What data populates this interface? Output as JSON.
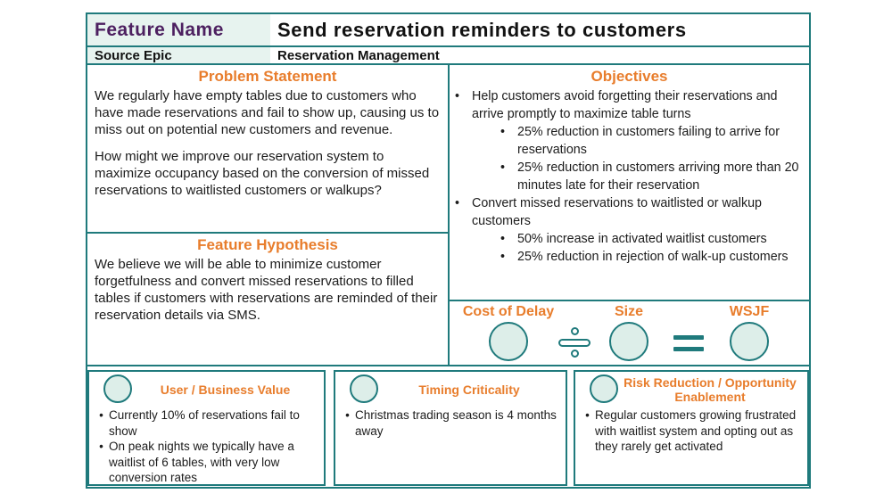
{
  "ui": {
    "bullet": "•"
  },
  "colors": {
    "teal_border": "#1f7a7c",
    "orange_heading": "#e87d2c",
    "purple_label": "#4d2060",
    "mint_cell": "#e7f3ef",
    "circle_fill": "#ddeee9"
  },
  "header": {
    "feature_name_label": "Feature Name",
    "feature_name_value": "Send reservation reminders to customers",
    "source_epic_label": "Source Epic",
    "source_epic_value": "Reservation Management"
  },
  "problem_statement": {
    "title": "Problem Statement",
    "paragraphs": [
      "We regularly have empty tables due to customers who have made reservations and fail to show up, causing us to miss out on potential new customers and revenue.",
      "How might we improve our reservation system to maximize occupancy based on the conversion of missed reservations to waitlisted customers or walkups?"
    ]
  },
  "feature_hypothesis": {
    "title": "Feature Hypothesis",
    "text": "We believe we will be able to minimize customer forgetfulness and convert missed reservations to filled tables if customers with reservations are reminded of their reservation details via SMS."
  },
  "objectives": {
    "title": "Objectives",
    "items": [
      {
        "text": "Help customers avoid forgetting their reservations and arrive promptly to maximize table turns",
        "sub": [
          "25% reduction in customers failing to arrive for reservations",
          "25% reduction in customers arriving more than 20 minutes late for their reservation"
        ]
      },
      {
        "text": "Convert missed reservations to waitlisted or walkup customers",
        "sub": [
          "50% increase in activated waitlist customers",
          "25% reduction in rejection of walk-up customers"
        ]
      }
    ]
  },
  "wsjf": {
    "cost_of_delay_label": "Cost of Delay",
    "size_label": "Size",
    "wsjf_label": "WSJF",
    "divide_symbol": "÷",
    "equals_symbol": "="
  },
  "bottom_sections": [
    {
      "title": "User / Business Value",
      "bullets": [
        "Currently 10% of reservations fail to show",
        "On peak nights we typically have a waitlist of 6 tables, with very low conversion rates"
      ]
    },
    {
      "title": "Timing Criticality",
      "bullets": [
        "Christmas trading season is 4 months away"
      ]
    },
    {
      "title": "Risk Reduction / Opportunity Enablement",
      "bullets": [
        "Regular customers growing frustrated with waitlist system and opting out as they rarely get activated"
      ]
    }
  ]
}
